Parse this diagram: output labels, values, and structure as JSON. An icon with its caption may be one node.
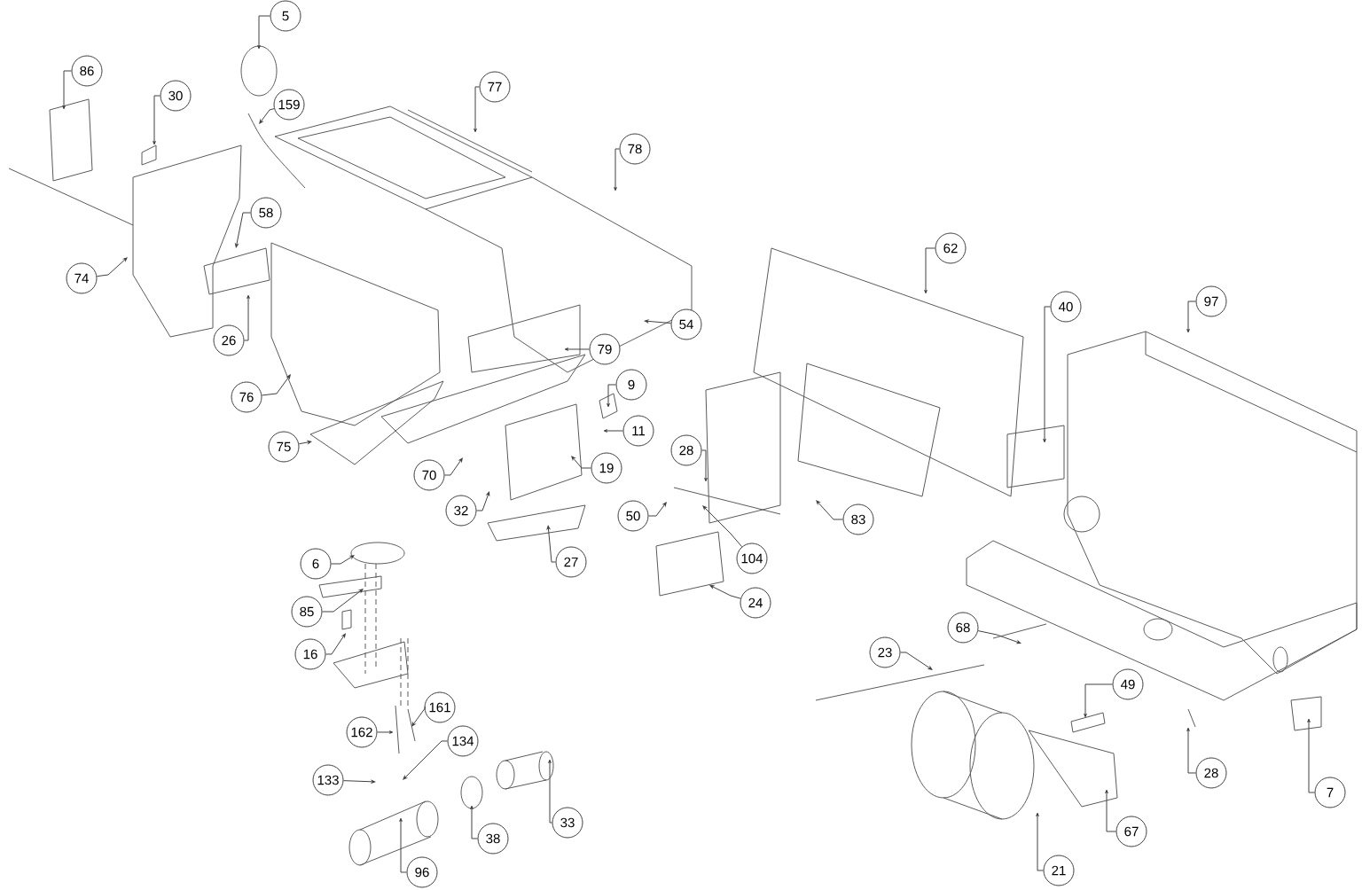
{
  "diagram": {
    "nodes": [
      {
        "text": [
          "5"
        ]
      },
      {
        "text": [
          "77"
        ]
      },
      {
        "text": [
          "86"
        ]
      },
      {
        "text": [
          "30"
        ]
      },
      {
        "text": [
          "159"
        ]
      },
      {
        "text": [
          "78"
        ]
      },
      {
        "text": [
          "58"
        ]
      },
      {
        "text": [
          "62"
        ]
      },
      {
        "text": [
          "74"
        ]
      },
      {
        "text": [
          "97"
        ]
      },
      {
        "text": [
          "40"
        ]
      },
      {
        "text": [
          "54"
        ]
      },
      {
        "text": [
          "26"
        ]
      },
      {
        "text": [
          "79"
        ]
      },
      {
        "text": [
          "9"
        ]
      },
      {
        "text": [
          "76"
        ]
      },
      {
        "text": [
          "11"
        ]
      },
      {
        "text": [
          "75"
        ]
      },
      {
        "text": [
          "28"
        ]
      },
      {
        "text": [
          "70"
        ]
      },
      {
        "text": [
          "19"
        ]
      },
      {
        "text": [
          "32"
        ]
      },
      {
        "text": [
          "50"
        ]
      },
      {
        "text": [
          "83"
        ]
      },
      {
        "text": [
          "104"
        ]
      },
      {
        "text": [
          "24"
        ]
      },
      {
        "text": [
          "27"
        ]
      },
      {
        "text": [
          "6"
        ]
      },
      {
        "text": [
          "85"
        ]
      },
      {
        "text": [
          "68"
        ]
      },
      {
        "text": [
          "16"
        ]
      },
      {
        "text": [
          "23"
        ]
      },
      {
        "text": [
          "49"
        ]
      },
      {
        "text": [
          "161"
        ]
      },
      {
        "text": [
          "162"
        ]
      },
      {
        "text": [
          "134"
        ]
      },
      {
        "text": [
          "28"
        ]
      },
      {
        "text": [
          "133"
        ]
      },
      {
        "text": [
          "7"
        ]
      },
      {
        "text": [
          "33"
        ]
      },
      {
        "text": [
          "67"
        ]
      },
      {
        "text": [
          "38"
        ]
      },
      {
        "text": [
          "96"
        ]
      },
      {
        "text": [
          "21"
        ]
      }
    ],
    "edges": [
      {
        "from": 0,
        "to": null,
        "arrow": "to"
      },
      {
        "from": 1,
        "to": null,
        "arrow": "to"
      },
      {
        "from": 2,
        "to": null,
        "arrow": "to"
      },
      {
        "from": 3,
        "to": null,
        "arrow": "to"
      },
      {
        "from": 4,
        "to": null,
        "arrow": "to"
      },
      {
        "from": 5,
        "to": null,
        "arrow": "to"
      },
      {
        "from": 6,
        "to": null,
        "arrow": "to"
      },
      {
        "from": 7,
        "to": null,
        "arrow": "to"
      },
      {
        "from": 8,
        "to": null,
        "arrow": "to"
      },
      {
        "from": 9,
        "to": null,
        "arrow": "to"
      },
      {
        "from": 10,
        "to": null,
        "arrow": "to"
      },
      {
        "from": 11,
        "to": null,
        "arrow": "to"
      },
      {
        "from": 12,
        "to": null,
        "arrow": "to"
      },
      {
        "from": 13,
        "to": null,
        "arrow": "to"
      },
      {
        "from": 14,
        "to": null,
        "arrow": "to"
      },
      {
        "from": 15,
        "to": null,
        "arrow": "to"
      },
      {
        "from": 16,
        "to": null,
        "arrow": "to"
      },
      {
        "from": 17,
        "to": null,
        "arrow": "to"
      },
      {
        "from": 18,
        "to": null,
        "arrow": "to"
      },
      {
        "from": 19,
        "to": null,
        "arrow": "to"
      },
      {
        "from": 20,
        "to": null,
        "arrow": "to"
      },
      {
        "from": 21,
        "to": null,
        "arrow": "to"
      },
      {
        "from": 22,
        "to": null,
        "arrow": "to"
      },
      {
        "from": 23,
        "to": null,
        "arrow": "to"
      },
      {
        "from": 24,
        "to": null,
        "arrow": "to"
      },
      {
        "from": 25,
        "to": null,
        "arrow": "to"
      },
      {
        "from": 26,
        "to": null,
        "arrow": "to"
      },
      {
        "from": 27,
        "to": null,
        "arrow": "to"
      },
      {
        "from": 28,
        "to": null,
        "arrow": "to"
      },
      {
        "from": 29,
        "to": null,
        "arrow": "to"
      },
      {
        "from": 30,
        "to": null,
        "arrow": "to"
      },
      {
        "from": 31,
        "to": null,
        "arrow": "to"
      },
      {
        "from": 32,
        "to": null,
        "arrow": "to"
      },
      {
        "from": 33,
        "to": null,
        "arrow": "to"
      },
      {
        "from": 34,
        "to": null,
        "arrow": "to"
      },
      {
        "from": 35,
        "to": null,
        "arrow": "to"
      },
      {
        "from": 36,
        "to": null,
        "arrow": "to"
      },
      {
        "from": 37,
        "to": null,
        "arrow": "to"
      },
      {
        "from": 38,
        "to": null,
        "arrow": "to"
      },
      {
        "from": 39,
        "to": null,
        "arrow": "to"
      },
      {
        "from": 40,
        "to": null,
        "arrow": "to"
      },
      {
        "from": 41,
        "to": null,
        "arrow": "to"
      },
      {
        "from": 42,
        "to": null,
        "arrow": "to"
      },
      {
        "from": 43,
        "to": null,
        "arrow": "to"
      }
    ]
  }
}
